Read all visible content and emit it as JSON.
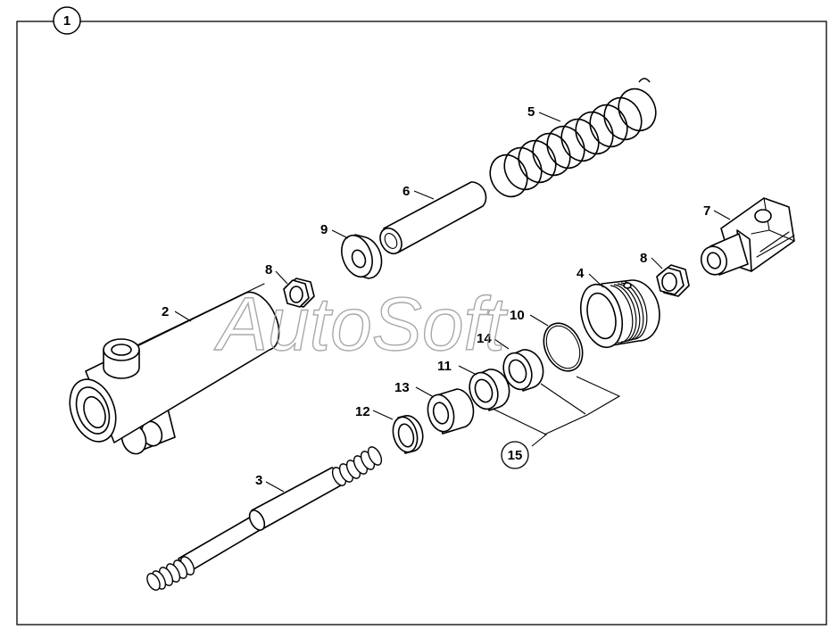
{
  "figure": {
    "number": "1",
    "watermark": "AutoSoft"
  },
  "parts": [
    {
      "ref": "2"
    },
    {
      "ref": "3"
    },
    {
      "ref": "4"
    },
    {
      "ref": "5"
    },
    {
      "ref": "6"
    },
    {
      "ref": "7"
    },
    {
      "ref": "8"
    },
    {
      "ref": "9"
    },
    {
      "ref": "10"
    },
    {
      "ref": "11"
    },
    {
      "ref": "12"
    },
    {
      "ref": "13"
    },
    {
      "ref": "14"
    },
    {
      "ref": "15"
    }
  ],
  "colors": {
    "line": "#000000",
    "background": "#ffffff",
    "watermark": "#9a9a9a"
  }
}
